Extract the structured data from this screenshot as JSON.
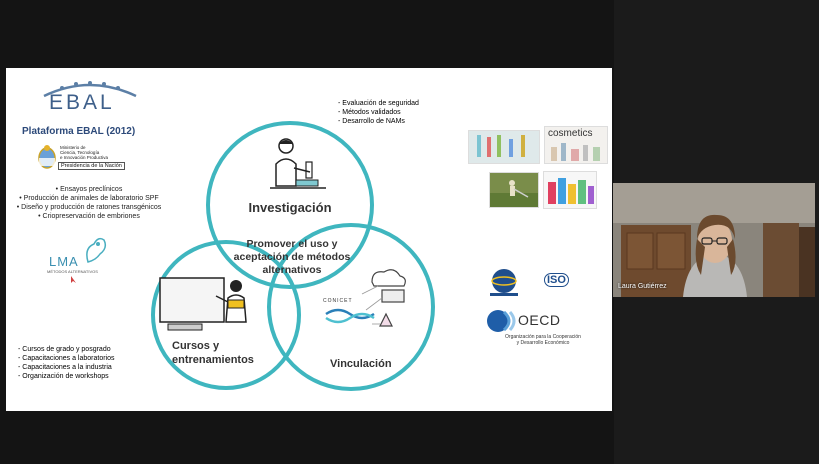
{
  "slide": {
    "ebal_logo_text": "EBAL",
    "platform_title": "Plataforma EBAL (2012)",
    "ministry_lines": [
      "Ministerio de",
      "Ciencia, Tecnología",
      "e Innovación Productiva"
    ],
    "ministry_badge": "Presidencia de la Nación",
    "left_bullets": [
      "• Ensayos preclínicos",
      "• Producción de animales de laboratorio SPF",
      "• Diseño y producción de ratones transgénicos",
      "• Criopreservación de embriones"
    ],
    "lma_logo": "LMA",
    "lma_caption": "MÉTODOS ALTERNATIVOS",
    "bottom_bullets": [
      "- Cursos de grado y posgrado",
      "- Capacitaciones a laboratorios",
      "- Capacitaciones a la industria",
      "- Organización de workshops"
    ],
    "top_bullets": [
      "- Evaluación de seguridad",
      "- Métodos validados",
      "- Desarrollo de NAMs"
    ],
    "circle_top": "Investigación",
    "center_text": [
      "Promover el uso y",
      "aceptación de métodos",
      "alternativos"
    ],
    "circle_left": [
      "Cursos y",
      "entrenamientos"
    ],
    "circle_right": "Vinculación",
    "conicet": "CONICET",
    "cosmetics": "cosmetics",
    "iso": "ISO",
    "oecd": "OECD",
    "oecd_caption": [
      "Organización para la Cooperación",
      "y Desarrollo Económico"
    ],
    "accent_color": "#3fb6bf"
  },
  "participant": {
    "name": "Laura Gutiérrez"
  }
}
